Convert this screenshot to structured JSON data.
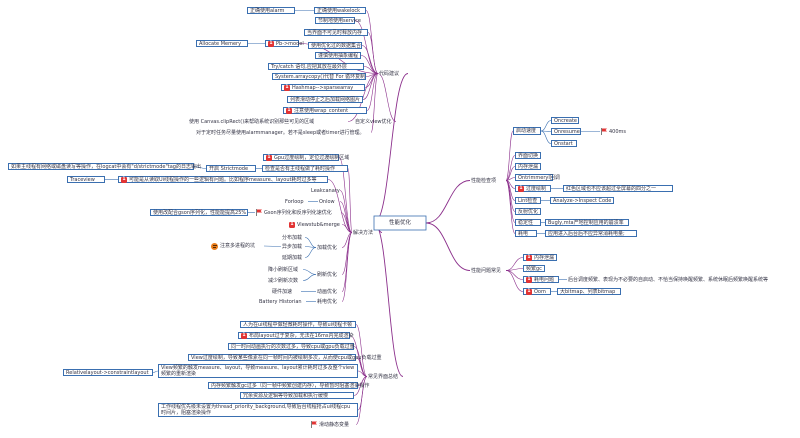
{
  "colors": {
    "branch_line": "#8b2f8b",
    "connector_line": "#3a6fb0",
    "node_border": "#3a6fb0",
    "badge": "#e23434",
    "flag": "#e23434",
    "angry_face": "#e97d1c"
  },
  "mindmap": {
    "root": "性能优化",
    "branches": {
      "code": "代码建议",
      "detection": "性能检查项",
      "issues": "性能问题常见",
      "solutions": "解决方法",
      "review": "常见界面总结"
    },
    "nodes": {
      "c1": "正确使用wakelock",
      "c1a": "正确使用alarm",
      "c2": "节制地使用service",
      "c3": "当界面不可见时释放内存",
      "c4": "Pb->model",
      "c4a": "Allocate Memery",
      "c5": "使用优化过的数据集合",
      "c6": "谨慎使用抽象编程",
      "c7": "Try/catch 语句,应把其放在最外层",
      "c8": "System.arraycopy()代替 For 循环复制",
      "c9": "Hashmap-->sparsearray",
      "c10": "列表滑动停止之后加载网络图片",
      "c11": "注意使用wrap_content",
      "c12": "使用 Canvas.clipRect()来帮助系统识别那些可见的区域",
      "c12a": "自定义view优化",
      "c13": "对于定时任务尽量使用alarmmanager。若不是sleep或者timer进行管理。",
      "d1": "启动速度",
      "d1a": "Oncreate",
      "d1b": "Onresume",
      "d1c": "Onstart",
      "d1d": "400ms",
      "d2": "界面切换",
      "d3": "内存泄漏",
      "d4": "OntrimmeryI回调",
      "d5": "过度绘制",
      "d5a": "红色区域也不应该超过全屏幕的四分之一",
      "d6": "Lint检查",
      "d6a": "Analyze->Inspect Code",
      "d7": "反射优化",
      "d8": "稳定性",
      "d8a": "Bugly,mta产地控制应用的崩溃率",
      "d9": "耗电",
      "d9a": "应用进入后台后不应异常消耗电量;",
      "i1": "内存泄漏",
      "i2": "频繁gc",
      "i3": "耗电问题",
      "i3a": "后台调度频繁、表现为不必要的自启动、不恰当保持唤醒频繁、系统休眠后频繁唤醒系统等",
      "i4": "Oom",
      "i4a": "大bitmap、列表bitmap",
      "s1": "Gpu过度绘制，定位过渡绘制区域",
      "s2": "检查是否有主线程做了耗时操作",
      "s2a": "开启 Strictmode",
      "s2b": "如果主线程有网络或磁盘读写等操作，在logcat中会有\"d/strictmode\"tag的日志输出",
      "s3": "可能是从读取Ui线程操作的一些逻辑有问题。比如程序measure、layout耗时过多等",
      "s3a": "Traceview",
      "s4": "Leakcanary",
      "s5": "Onlow",
      "s5a": "Forloop",
      "s6": "Gson序列化和反序列化速优化",
      "s6a": "使用改配合gson序列化，性能能提高25%",
      "s7": "Viewstub&merge",
      "s8": "分布加载",
      "s9": "异步加载",
      "s10": "延期加载",
      "s11": "加载优化",
      "s11a": "注意多进程的坑",
      "s12": "降小刷新区域",
      "s13": "减少刷新次数",
      "s14": "刷新优化",
      "s15": "硬件加速",
      "s16": "动画优化",
      "s17": "Battery Historian",
      "s18": "耗电优化",
      "r1": "人为在ui线程中做轻微耗时操作，导致ui线程卡顿",
      "r2": "布局layout过于复杂，无法在16ms内完成渲染",
      "r3": "同一时间动画执行的次数过多，导致cpu或gpu负载过重",
      "r4": "View过度绘制，导致某些像素在同一帧时间内被绘制多次，从而使cpu或gpu负载过重",
      "r5": "View频繁的触发measure、layout，导致measure、layout累计耗时过多及整个view频繁的重新渲染",
      "r5a": "Relativelayout->constraintlayout",
      "r6": "内存频繁触发gc过多（同一帧中频繁创建内存），导致暂时阻塞渲染操作",
      "r7": "冗余资源及逻辑等导致加载和执行缓慢",
      "r8": "工作线程优先级未设置为thread_priority_background,导致后台线程抢占ui线程cpu时间片，阻塞渲染操作",
      "r9": "滑动静态变量"
    }
  }
}
